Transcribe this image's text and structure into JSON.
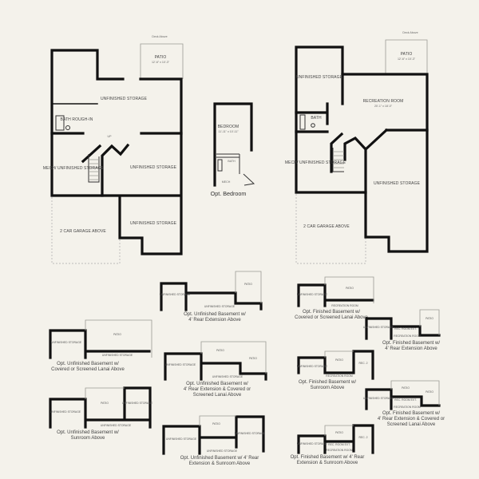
{
  "unfinished_plan": {
    "deck_note": "Deck Above",
    "patio": "PATIO",
    "patio_dims": "12'-6\" x 10'-3\"",
    "storage_top": "UNFINISHED STORAGE",
    "bath": "BATH ROUGH-IN",
    "mech": "MECH/ UNFINISHED STORAGE",
    "storage_mid": "UNFINISHED STORAGE",
    "storage_low": "UNFINISHED STORAGE",
    "garage": "2 CAR GARAGE ABOVE",
    "stair_up": "UP"
  },
  "opt_bedroom": {
    "title": "Opt. Bedroom",
    "bedroom": "BEDROOM",
    "bedroom_dims": "11'-11\" x 10'-11\"",
    "bath": "BATH",
    "mech": "MECH"
  },
  "finished_plan": {
    "deck_note": "Deck Above",
    "patio": "PATIO",
    "patio_dims": "12'-6\" x 10'-3\"",
    "storage_top": "UNFINISHED STORAGE",
    "rec_room": "RECREATION ROOM",
    "rec_dims": "20'-1\" x 18'-0\"",
    "bath": "BATH",
    "mech": "MECH/ UNFINISHED STORAGE",
    "storage": "UNFINISHED STORAGE",
    "garage": "2 CAR GARAGE ABOVE"
  },
  "options_unfinished": [
    {
      "title": "Opt. Unfinished Basement w/ 4' Rear Extension Above",
      "labels": [
        "UNFINISHED STORAGE",
        "PATIO",
        "UNFINISHED STORAGE"
      ]
    },
    {
      "title": "Opt. Unfinished Basement w/ Covered or Screened Lanai Above",
      "labels": [
        "UNFINISHED STORAGE",
        "PATIO",
        "UNFINISHED STORAGE"
      ]
    },
    {
      "title": "Opt. Unfinished Basement w/ 4' Rear Extension & Covered or Screened Lanai Above",
      "labels": [
        "UNFINISHED STORAGE",
        "PATIO",
        "PATIO",
        "UNFINISHED STORAGE"
      ]
    },
    {
      "title": "Opt. Unfinished Basement w/ Sunroom Above",
      "labels": [
        "UNFINISHED STORAGE",
        "PATIO",
        "UNFINISHED STORAGE",
        "UNFINISHED STORAGE"
      ]
    },
    {
      "title": "Opt. Unfinished Basement w/ 4' Rear Extension & Sunroom Above",
      "labels": [
        "UNFINISHED STORAGE",
        "PATIO",
        "UNFINISHED STORAGE",
        "UNFINISHED STORAGE"
      ]
    }
  ],
  "options_finished": [
    {
      "title": "Opt. Finished Basement w/ Covered or Screened Lanai Above",
      "labels": [
        "UNFINISHED STORAGE",
        "PATIO",
        "RECREATION ROOM"
      ]
    },
    {
      "title": "Opt. Finished Basement w/ 4' Rear Extension Above",
      "labels": [
        "UNFINISHED STORAGE",
        "REC. ROOM EXT.",
        "PATIO",
        "RECREATION ROOM"
      ]
    },
    {
      "title": "Opt. Finished Basement w/ Sunroom Above",
      "labels": [
        "UNFINISHED STORAGE",
        "PATIO",
        "REC. 2",
        "RECREATION ROOM"
      ]
    },
    {
      "title": "Opt. Finished Basement w/ 4' Rear Extension & Covered or Screened Lanai Above",
      "labels": [
        "UNFINISHED STORAGE",
        "PATIO",
        "PATIO",
        "REC. ROOM EXT.",
        "RECREATION ROOM"
      ]
    },
    {
      "title": "Opt. Finished Basement w/ 4' Rear Extension & Sunroom Above",
      "labels": [
        "UNFINISHED STORAGE",
        "PATIO",
        "REC. ROOM EXT.",
        "REC. 2",
        "RECREATION ROOM"
      ]
    }
  ]
}
